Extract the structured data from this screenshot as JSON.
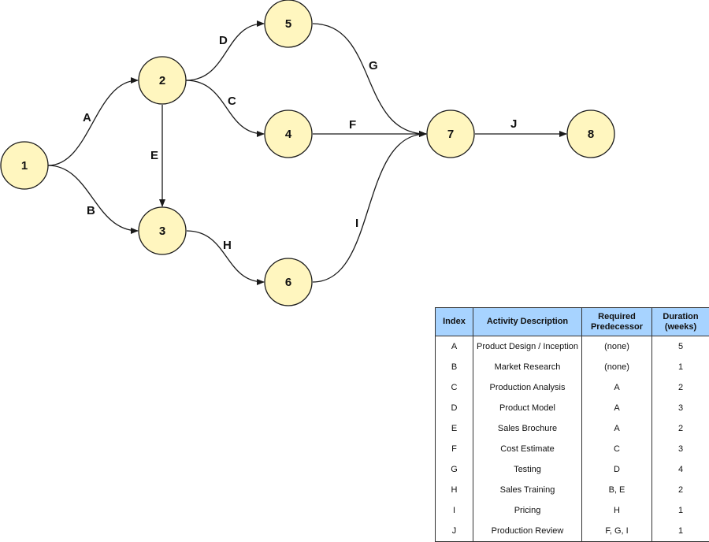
{
  "nodes": [
    {
      "id": "1",
      "label": "1"
    },
    {
      "id": "2",
      "label": "2"
    },
    {
      "id": "3",
      "label": "3"
    },
    {
      "id": "4",
      "label": "4"
    },
    {
      "id": "5",
      "label": "5"
    },
    {
      "id": "6",
      "label": "6"
    },
    {
      "id": "7",
      "label": "7"
    },
    {
      "id": "8",
      "label": "8"
    }
  ],
  "edges": [
    {
      "label": "A",
      "from": "1",
      "to": "2"
    },
    {
      "label": "B",
      "from": "1",
      "to": "3"
    },
    {
      "label": "C",
      "from": "2",
      "to": "4"
    },
    {
      "label": "D",
      "from": "2",
      "to": "5"
    },
    {
      "label": "E",
      "from": "2",
      "to": "3"
    },
    {
      "label": "F",
      "from": "4",
      "to": "7"
    },
    {
      "label": "G",
      "from": "5",
      "to": "7"
    },
    {
      "label": "H",
      "from": "3",
      "to": "6"
    },
    {
      "label": "I",
      "from": "6",
      "to": "7"
    },
    {
      "label": "J",
      "from": "7",
      "to": "8"
    }
  ],
  "table": {
    "headers": {
      "index": "Index",
      "description": "Activity Description",
      "predecessor_line1": "Required",
      "predecessor_line2": "Predecessor",
      "duration_line1": "Duration",
      "duration_line2": "(weeks)"
    },
    "rows": [
      {
        "index": "A",
        "description": "Product Design / Inception",
        "predecessor": "(none)",
        "duration": "5"
      },
      {
        "index": "B",
        "description": "Market Research",
        "predecessor": "(none)",
        "duration": "1"
      },
      {
        "index": "C",
        "description": "Production Analysis",
        "predecessor": "A",
        "duration": "2"
      },
      {
        "index": "D",
        "description": "Product Model",
        "predecessor": "A",
        "duration": "3"
      },
      {
        "index": "E",
        "description": "Sales Brochure",
        "predecessor": "A",
        "duration": "2"
      },
      {
        "index": "F",
        "description": "Cost Estimate",
        "predecessor": "C",
        "duration": "3"
      },
      {
        "index": "G",
        "description": "Testing",
        "predecessor": "D",
        "duration": "4"
      },
      {
        "index": "H",
        "description": "Sales Training",
        "predecessor": "B, E",
        "duration": "2"
      },
      {
        "index": "I",
        "description": "Pricing",
        "predecessor": "H",
        "duration": "1"
      },
      {
        "index": "J",
        "description": "Production Review",
        "predecessor": "F, G, I",
        "duration": "1"
      }
    ]
  }
}
